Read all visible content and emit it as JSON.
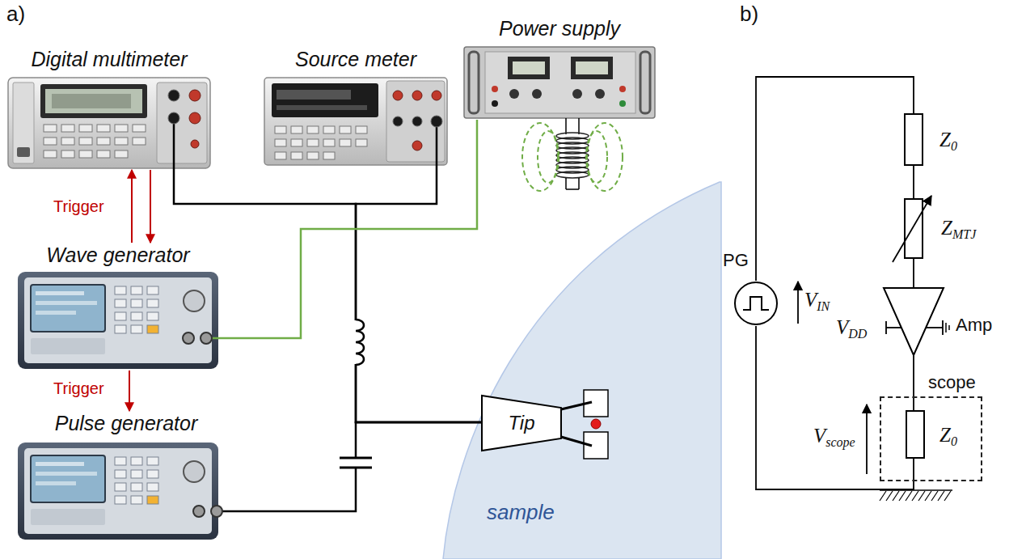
{
  "diagram": {
    "nodes": [
      {
        "text": [
          "Digital multimeter"
        ]
      },
      {
        "text": [
          "Source meter"
        ]
      },
      {
        "text": [
          "Wave generator"
        ]
      },
      {
        "text": [
          "Power supply"
        ]
      },
      {
        "text": [
          "Pulse generator"
        ]
      },
      {
        "text": [
          "Tip"
        ]
      },
      {
        "text": [
          "sample"
        ]
      },
      {
        "text": [
          "PG"
        ]
      },
      {
        "text": [
          "Z0"
        ]
      },
      {
        "text": [
          "ZMTJ"
        ]
      },
      {
        "text": [
          "Amp"
        ]
      },
      {
        "text": [
          "scope"
        ]
      },
      {
        "text": [
          "Z0"
        ],
        "in": 11
      }
    ],
    "edges": [
      {
        "from": 2,
        "to": 0,
        "arrow": "to",
        "label": "Trigger"
      },
      {
        "from": 0,
        "to": 2,
        "arrow": "to"
      },
      {
        "from": 2,
        "to": 4,
        "arrow": "to",
        "label": "Trigger"
      },
      {
        "from": 0,
        "to": 5,
        "arrow": "none"
      },
      {
        "from": 1,
        "to": 5,
        "arrow": "none"
      },
      {
        "from": 4,
        "to": 5,
        "arrow": "none"
      },
      {
        "from": 2,
        "to": 3,
        "arrow": "none"
      },
      {
        "from": 7,
        "to": 8,
        "arrow": "none"
      },
      {
        "from": 8,
        "to": 9,
        "arrow": "none"
      },
      {
        "from": 9,
        "to": 10,
        "arrow": "none"
      },
      {
        "from": 10,
        "to": 12,
        "arrow": "none"
      },
      {
        "from": 12,
        "to": 7,
        "arrow": "none"
      }
    ],
    "labels": [
      "a)",
      "b)",
      "VIN",
      "VDD",
      "Vscope"
    ]
  }
}
